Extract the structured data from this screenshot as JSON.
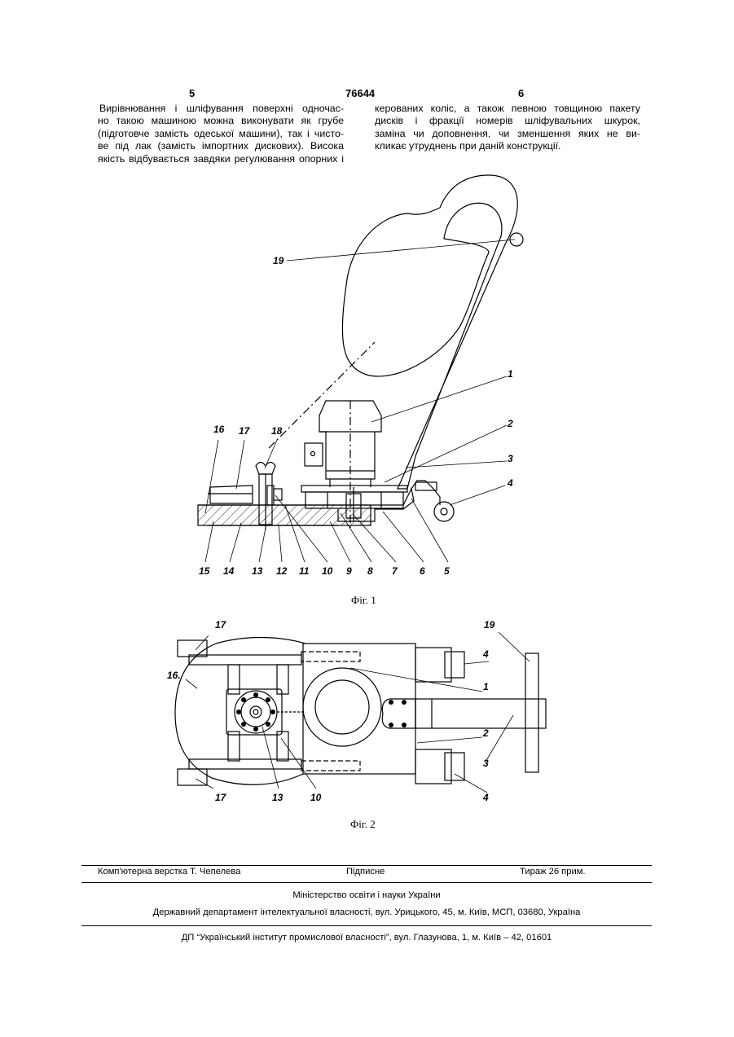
{
  "header": {
    "page_left": "5",
    "patent_number": "76644",
    "page_right": "6"
  },
  "left_column": {
    "lines": [
      "Вирівнювання і шліфування поверхні одночас-",
      "но такою машиною можна виконувати як грубе",
      "(підготовче замість одеської машини), так і чисто-",
      "ве під лак (замість імпортних дискових). Висока",
      "якість відбувається завдяки регулювання опорних і"
    ]
  },
  "right_column": {
    "lines": [
      "керованих коліс, а також певною товщиною пакету",
      "дисків і фракції номерів шліфувальних шкурок,",
      "заміна чи доповнення, чи зменшення яких не ви-",
      "кликає утруднень при даній конструкції."
    ]
  },
  "figure1": {
    "caption": "Фіг. 1",
    "labels": {
      "n19": "19",
      "n1": "1",
      "n2": "2",
      "n3": "3",
      "n4": "4",
      "n16": "16",
      "n17": "17",
      "n18": "18",
      "n15": "15",
      "n14": "14",
      "n13": "13",
      "n12": "12",
      "n11": "11",
      "n10": "10",
      "n9": "9",
      "n8": "8",
      "n7": "7",
      "n6": "6",
      "n5": "5"
    }
  },
  "figure2": {
    "caption": "Фіг. 2",
    "labels": {
      "n17a": "17",
      "n16": "16.",
      "n17b": "17",
      "n13": "13",
      "n10": "10",
      "n19": "19",
      "n4a": "4",
      "n1": "1",
      "n2": "2",
      "n3": "3",
      "n4b": "4"
    }
  },
  "footer": {
    "typesetting": "Комп'ютерна верстка Т. Чепелева",
    "signed": "Підписне",
    "print_run": "Тираж 26 прим.",
    "ministry": "Міністерство освіти і науки України",
    "department": "Державний департамент інтелектуальної власності, вул. Урицького, 45, м. Київ, МСП, 03680, Україна",
    "institute": "ДП “Український інститут промислової власності”, вул. Глазунова, 1, м. Київ – 42, 01601"
  }
}
